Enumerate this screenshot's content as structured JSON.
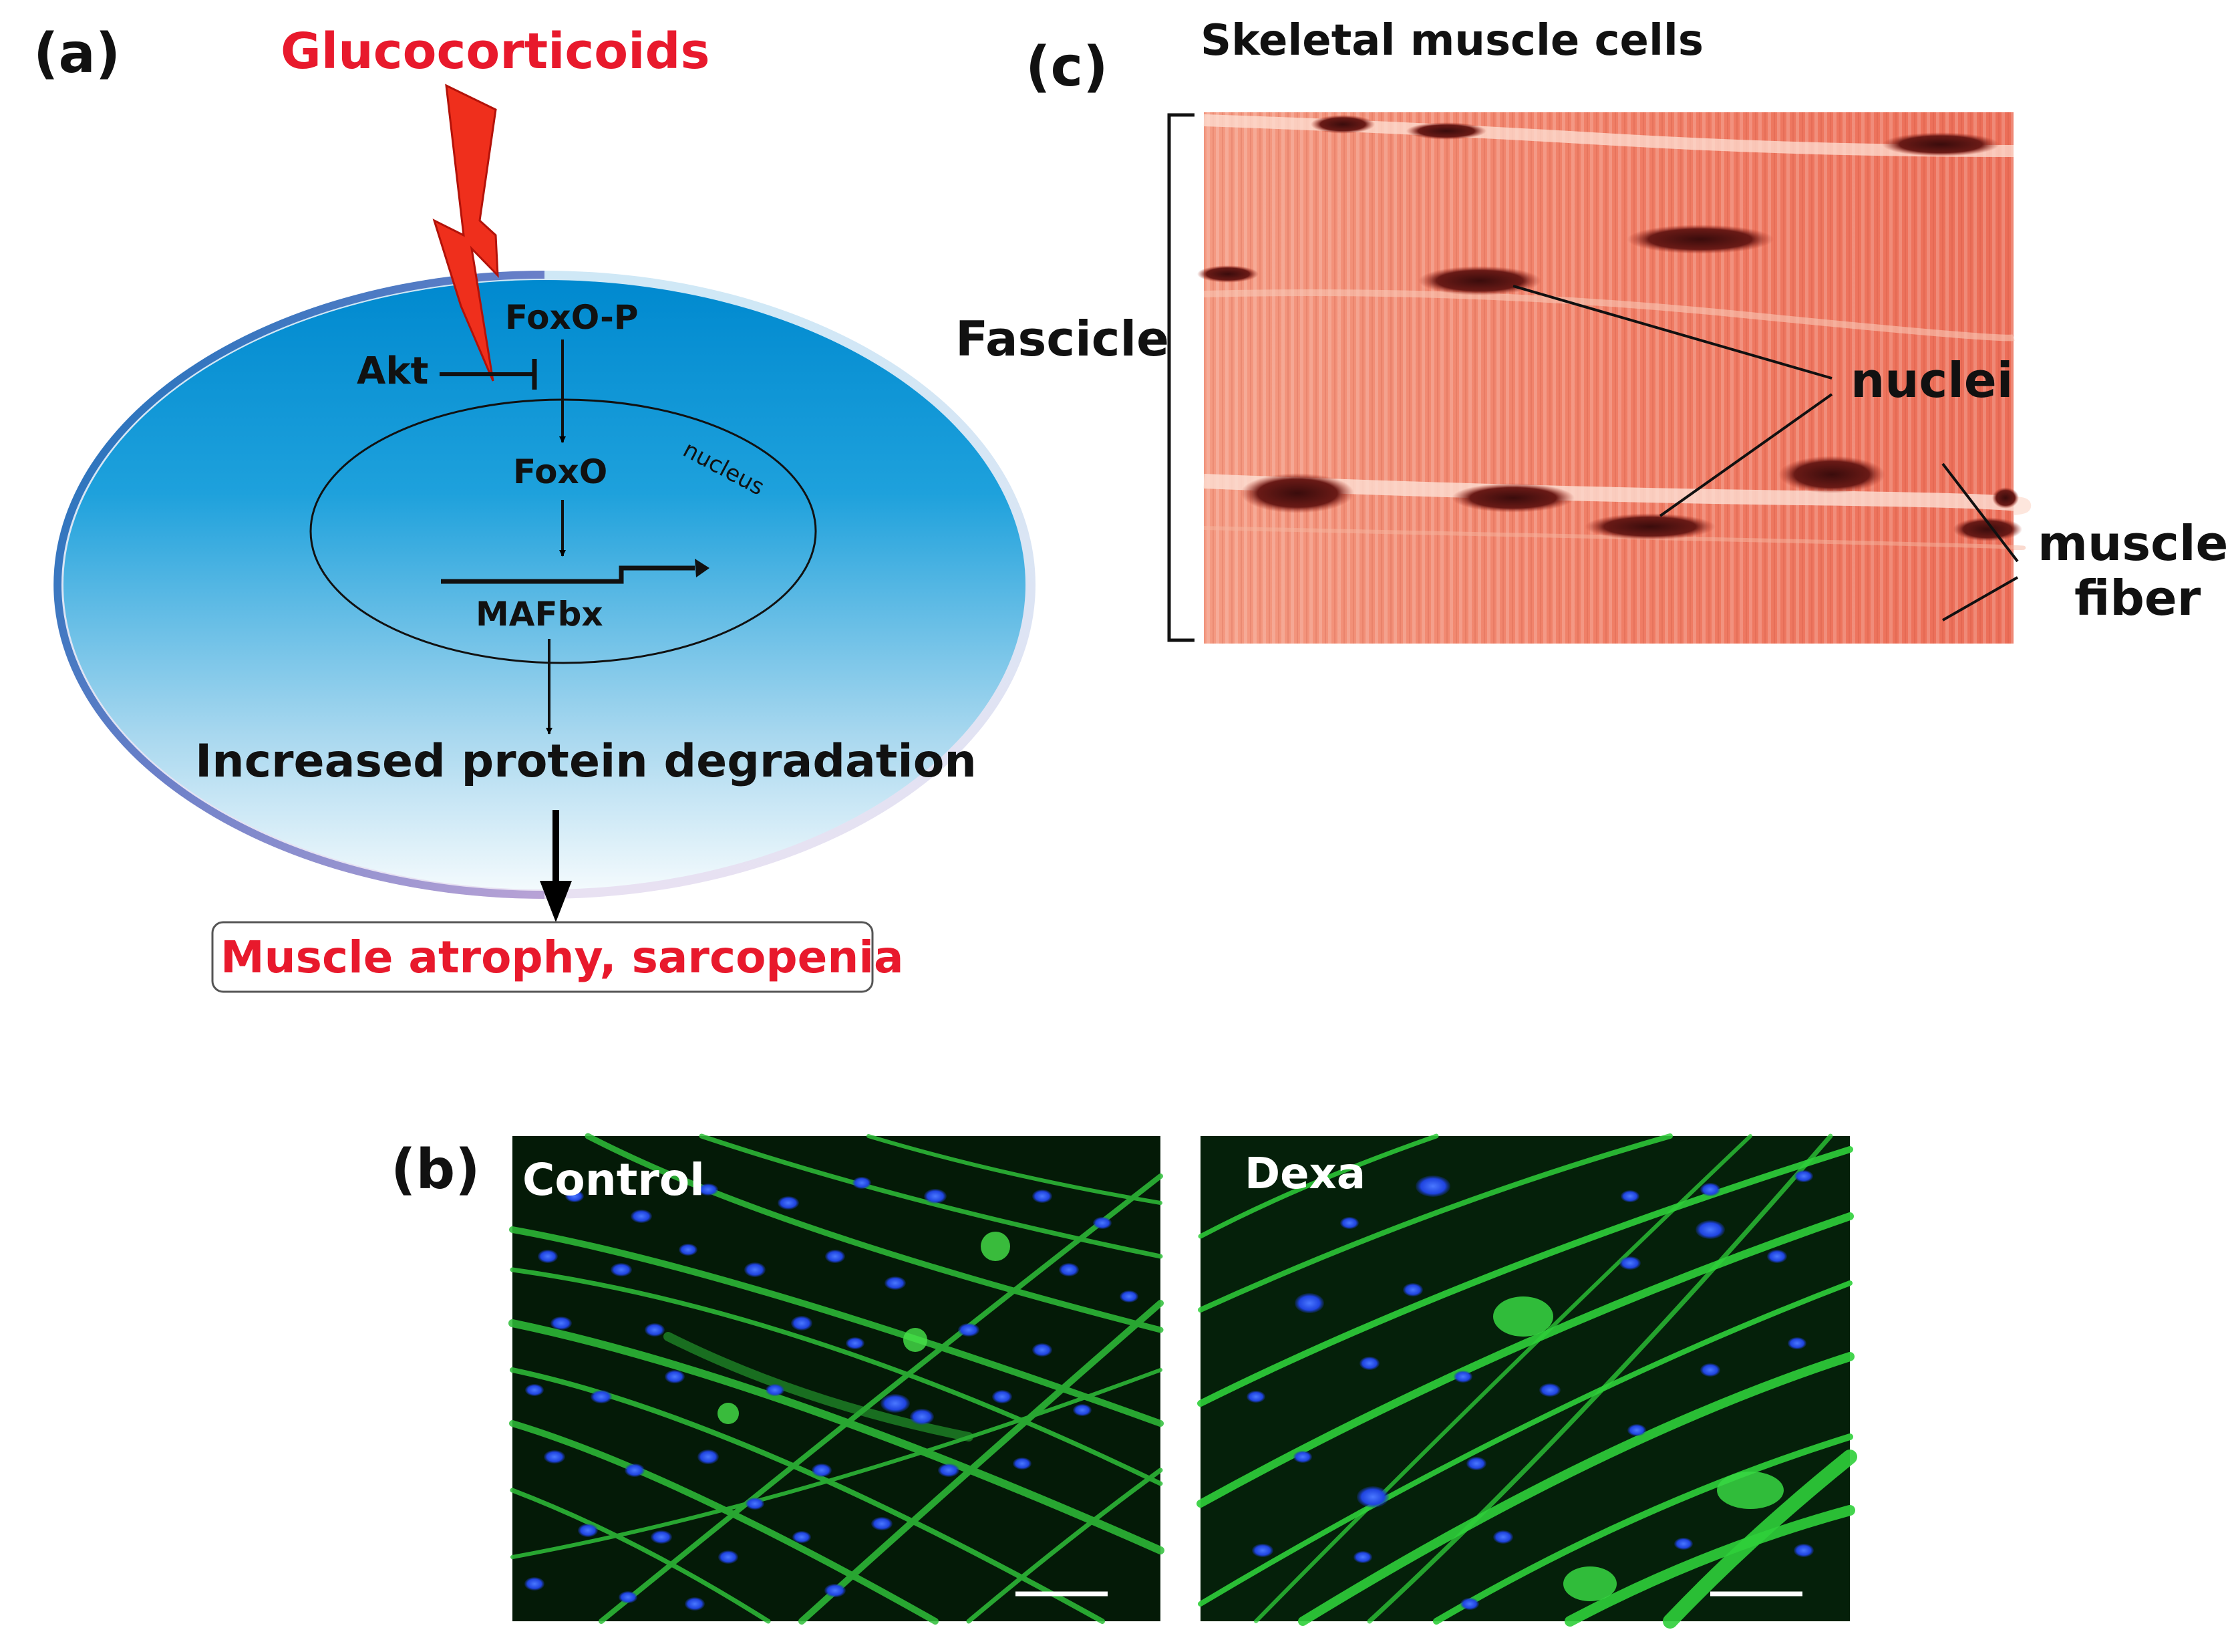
{
  "panel_a": {
    "label": "(a)",
    "stimulus": "Glucocorticoids",
    "foxo_p": "FoxO-P",
    "akt": "Akt",
    "foxo": "FoxO",
    "nucleus": "nucleus",
    "mafbx": "MAFbx",
    "degradation": "Increased protein degradation",
    "outcome": "Muscle atrophy, sarcopenia"
  },
  "panel_b": {
    "label": "(b)",
    "control": "Control",
    "dexa": "Dexa"
  },
  "panel_c": {
    "label": "(c)",
    "title": "Skeletal muscle cells",
    "fascicle": "Fascicle",
    "nuclei": "nuclei",
    "muscle_fiber_line1": "muscle",
    "muscle_fiber_line2": "fiber"
  },
  "colors": {
    "red_text": "#e8192c",
    "cell_blue": "#0091d5",
    "cell_light": "#e8f4fb",
    "bolt": "#f0301e",
    "muscle_bg": "#f0866e",
    "nucleus_dark": "#4a1010",
    "micro_bg": "#06210a",
    "fiber_green": "#2fcf3a",
    "nuclei_blue": "#2850f0"
  }
}
